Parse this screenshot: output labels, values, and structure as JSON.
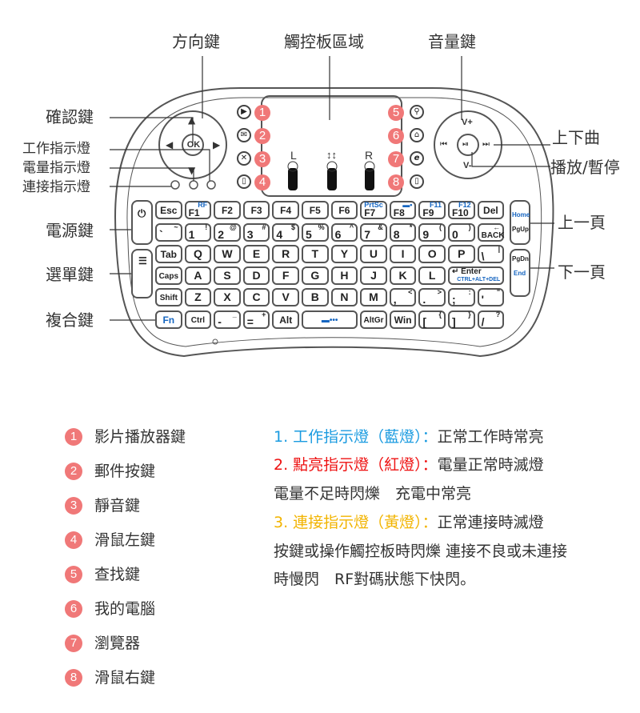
{
  "callouts": {
    "direction": "方向鍵",
    "touchpad": "觸控板區域",
    "volume": "音量鍵",
    "ok": "確認鍵",
    "work_led": "工作指示燈",
    "power_led": "電量指示燈",
    "link_led": "連接指示燈",
    "power": "電源鍵",
    "menu": "選單鍵",
    "combo": "複合鍵",
    "track": "上下曲",
    "play": "播放/暫停",
    "pageup": "上一頁",
    "pagedown": "下一頁"
  },
  "device": {
    "ok": "OK",
    "vol_up": "V+",
    "vol_down": "V-",
    "touch_l": "L",
    "touch_scroll": "↕↕",
    "touch_r": "R",
    "badges": [
      "1",
      "2",
      "3",
      "4",
      "5",
      "6",
      "7",
      "8"
    ],
    "side_left": {
      "home_pgup": [
        "Home",
        "PgUp"
      ],
      "pgdn_end": [
        "PgDn",
        "End"
      ]
    }
  },
  "keys": [
    [
      {
        "m": "Esc"
      },
      {
        "m": "F1",
        "s": "RF",
        "b": 1
      },
      {
        "m": "F2"
      },
      {
        "m": "F3"
      },
      {
        "m": "F4"
      },
      {
        "m": "F5"
      },
      {
        "m": "F6"
      },
      {
        "m": "F7",
        "s": "PrtSc",
        "b": 1
      },
      {
        "m": "F8",
        "s": "▬•",
        "b": 1
      },
      {
        "m": "F9",
        "s": "F11",
        "b": 1
      },
      {
        "m": "F10",
        "s": "F12",
        "b": 1
      },
      {
        "m": "Del"
      }
    ],
    [
      {
        "m": "`",
        "s": "~"
      },
      {
        "m": "1",
        "s": "!"
      },
      {
        "m": "2",
        "s": "@"
      },
      {
        "m": "3",
        "s": "#"
      },
      {
        "m": "4",
        "s": "$"
      },
      {
        "m": "5",
        "s": "%"
      },
      {
        "m": "6",
        "s": "^"
      },
      {
        "m": "7",
        "s": "&"
      },
      {
        "m": "8",
        "s": "*"
      },
      {
        "m": "9",
        "s": "("
      },
      {
        "m": "0",
        "s": ")"
      },
      {
        "m": "BACK",
        "s": "←"
      }
    ],
    [
      {
        "m": "Tab"
      },
      {
        "m": "Q"
      },
      {
        "m": "W"
      },
      {
        "m": "E"
      },
      {
        "m": "R"
      },
      {
        "m": "T"
      },
      {
        "m": "Y"
      },
      {
        "m": "U"
      },
      {
        "m": "I"
      },
      {
        "m": "O"
      },
      {
        "m": "P"
      },
      {
        "m": "\\",
        "s": "|"
      }
    ],
    [
      {
        "m": "Caps"
      },
      {
        "m": "A"
      },
      {
        "m": "S"
      },
      {
        "m": "D"
      },
      {
        "m": "F"
      },
      {
        "m": "G"
      },
      {
        "m": "H"
      },
      {
        "m": "J"
      },
      {
        "m": "K"
      },
      {
        "m": "L"
      },
      {
        "m": "↵ Enter",
        "s": "CTRL+ALT+DEL",
        "b": 1,
        "w": 2
      }
    ],
    [
      {
        "m": "Shift"
      },
      {
        "m": "Z"
      },
      {
        "m": "X"
      },
      {
        "m": "C"
      },
      {
        "m": "V"
      },
      {
        "m": "B"
      },
      {
        "m": "N"
      },
      {
        "m": "M"
      },
      {
        "m": ",",
        "s": "<"
      },
      {
        "m": ".",
        "s": ">"
      },
      {
        "m": ";",
        "s": ":"
      },
      {
        "m": "'",
        "s": "\""
      }
    ],
    [
      {
        "m": "Fn",
        "blue": 1
      },
      {
        "m": "Ctrl"
      },
      {
        "m": "-",
        "s": "_"
      },
      {
        "m": "=",
        "s": "+"
      },
      {
        "m": "Alt"
      },
      {
        "m": "▬•••",
        "blue": 1,
        "w": 2
      },
      {
        "m": "AltGr"
      },
      {
        "m": "Win"
      },
      {
        "m": "[",
        "s": "{"
      },
      {
        "m": "]",
        "s": "}"
      },
      {
        "m": "/",
        "s": "?"
      }
    ]
  ],
  "legend": [
    "影片播放器鍵",
    "郵件按鍵",
    "靜音鍵",
    "滑鼠左鍵",
    "查找鍵",
    "我的電腦",
    "瀏覽器",
    "滑鼠右鍵"
  ],
  "notes": {
    "l1_head": "1. 工作指示燈（藍燈）：",
    "l1_body": "正常工作時常亮",
    "l2_head": "2. 點亮指示燈（紅燈）：",
    "l2_body": "電量正常時滅燈",
    "l3": "電量不足時閃爍　充電中常亮",
    "l4_head": "3. 連接指示燈（黃燈）：",
    "l4_body": "正常連接時滅燈",
    "l5": "按鍵或操作觸控板時閃爍 連接不良或未連接",
    "l6": "時慢閃　RF對碼狀態下快閃。"
  },
  "colors": {
    "blue": "#1a9be0",
    "red": "#ee1111",
    "yellow": "#f2b400",
    "badge": "#f07878"
  }
}
